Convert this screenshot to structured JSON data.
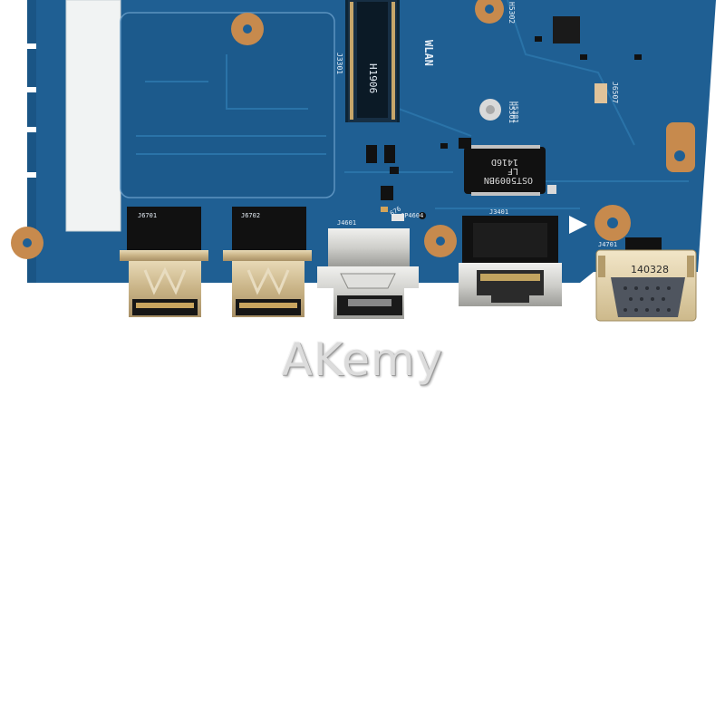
{
  "watermark": {
    "text": "AKemy"
  },
  "board": {
    "color": "#1f5f93",
    "trace_color": "#2a73a8"
  },
  "labels": {
    "wlan": "WLAN",
    "slot_code": "H1906",
    "j6701": "J6701",
    "j6702": "J6702",
    "j4601": "J4601",
    "jp4604": "JP4604",
    "j3401": "J3401",
    "j4701": "J4701",
    "h5301": "H5301",
    "h5302": "H5302",
    "h5381": "H5381",
    "j3301": "J3301",
    "j6507": "J6507",
    "small_676": "676",
    "chip_line1": "OST5009BN",
    "chip_line2": "LF",
    "chip_line3": "1416D",
    "vga_code": "140328"
  }
}
